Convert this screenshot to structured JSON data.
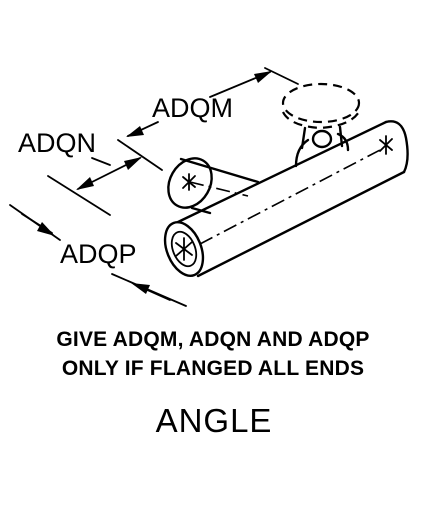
{
  "labels": {
    "adqm": "ADQM",
    "adqn": "ADQN",
    "adqp": "ADQP"
  },
  "note": {
    "line1": "GIVE ADQM, ADQN AND ADQP",
    "line2": "ONLY IF FLANGED ALL ENDS"
  },
  "title": "ANGLE"
}
